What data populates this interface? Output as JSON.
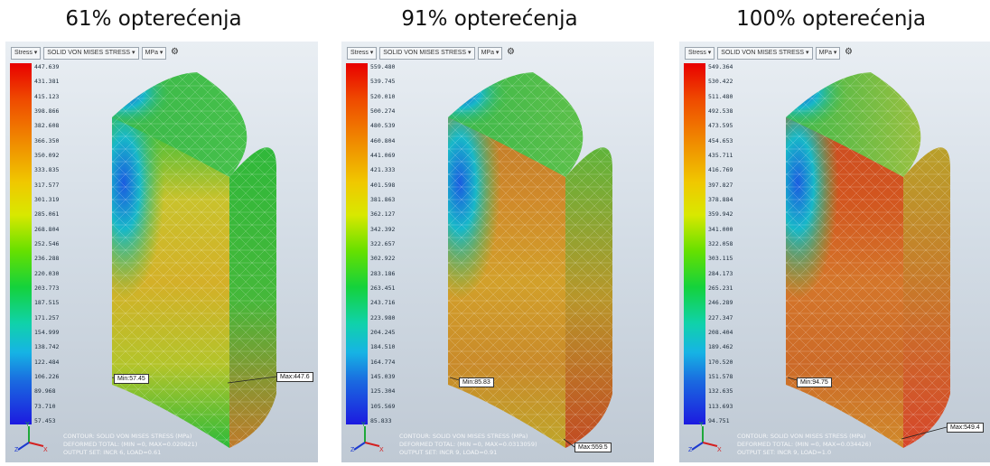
{
  "headings": [
    "61% opterećenja",
    "91% opterećenja",
    "100% opterećenja"
  ],
  "toolbar": {
    "result_type": "Stress",
    "result_component": "SOLID VON MISES STRESS",
    "units": "MPa"
  },
  "panels": [
    {
      "legend_values": [
        "447.639",
        "431.381",
        "415.123",
        "398.866",
        "382.608",
        "366.350",
        "350.092",
        "333.835",
        "317.577",
        "301.319",
        "285.061",
        "268.804",
        "252.546",
        "236.288",
        "220.030",
        "203.773",
        "187.515",
        "171.257",
        "154.999",
        "138.742",
        "122.484",
        "106.226",
        "89.968",
        "73.710",
        "57.453"
      ],
      "min_label": "Min:57.45",
      "max_label": "Max:447.6",
      "contour": "CONTOUR: SOLID VON MISES STRESS (MPa)",
      "deformed": "DEFORMED TOTAL: (MIN  =0, MAX=0.020621)",
      "output_set": "OUTPUT SET: INCR 6, LOAD=0.61"
    },
    {
      "legend_values": [
        "559.480",
        "539.745",
        "520.010",
        "500.274",
        "480.539",
        "460.804",
        "441.069",
        "421.333",
        "401.598",
        "381.863",
        "362.127",
        "342.392",
        "322.657",
        "302.922",
        "283.186",
        "263.451",
        "243.716",
        "223.980",
        "204.245",
        "184.510",
        "164.774",
        "145.039",
        "125.304",
        "105.569",
        "85.833"
      ],
      "min_label": "Min:85.83",
      "max_label": "Max:559.5",
      "contour": "CONTOUR: SOLID VON MISES STRESS (MPa)",
      "deformed": "DEFORMED TOTAL: (MIN  =0, MAX=0.0313059)",
      "output_set": "OUTPUT SET: INCR 9, LOAD=0.91"
    },
    {
      "legend_values": [
        "549.364",
        "530.422",
        "511.480",
        "492.538",
        "473.595",
        "454.653",
        "435.711",
        "416.769",
        "397.827",
        "378.884",
        "359.942",
        "341.000",
        "322.058",
        "303.115",
        "284.173",
        "265.231",
        "246.289",
        "227.347",
        "208.404",
        "189.462",
        "170.520",
        "151.578",
        "132.635",
        "113.693",
        "94.751"
      ],
      "min_label": "Min:94.75",
      "max_label": "Max:549.4",
      "contour": "CONTOUR: SOLID VON MISES STRESS (MPa)",
      "deformed": "DEFORMED TOTAL: (MIN  =0, MAX=0.034426)",
      "output_set": "OUTPUT SET: INCR 9, LOAD=1.0"
    }
  ],
  "axes_labels": {
    "y": "Y",
    "x": "X",
    "z": "Z"
  },
  "colors": {
    "mesh_line": "#ffffff",
    "legend_high": "#e80000",
    "legend_low": "#1c1ae0"
  }
}
